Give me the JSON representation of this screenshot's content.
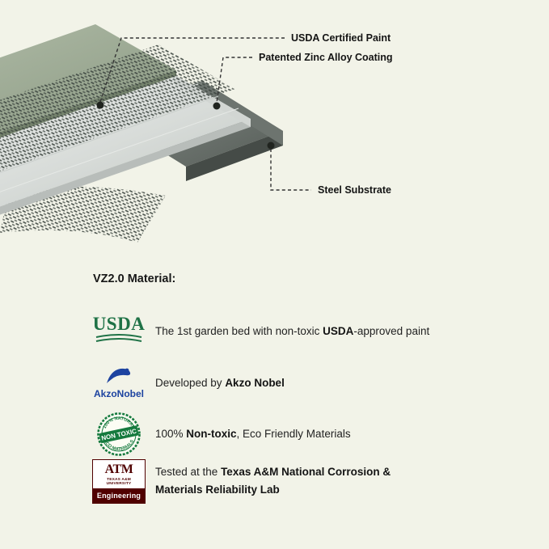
{
  "canvas": {
    "background": "#f2f3e8"
  },
  "diagram": {
    "callouts": [
      {
        "label": "USDA Certified Paint"
      },
      {
        "label": "Patented Zinc Alloy Coating"
      },
      {
        "label": "Steel Substrate"
      }
    ],
    "layer_colors": {
      "paint_green": "#98a88e",
      "zinc_mesh": "#3c453f",
      "coated_steel_silver": "#d7dbd8",
      "steel_substrate_dark": "#646b66"
    }
  },
  "materials": {
    "heading": "VZ2.0 Material:",
    "items": [
      {
        "segments": [
          {
            "t": "The 1st garden bed with non-toxic ",
            "b": false
          },
          {
            "t": "USDA",
            "b": true
          },
          {
            "t": "-approved paint",
            "b": false
          }
        ]
      },
      {
        "segments": [
          {
            "t": "Developed by ",
            "b": false
          },
          {
            "t": "Akzo Nobel",
            "b": true
          }
        ]
      },
      {
        "segments": [
          {
            "t": "100% ",
            "b": false
          },
          {
            "t": "Non-toxic",
            "b": true
          },
          {
            "t": ", Eco Friendly Materials",
            "b": false
          }
        ]
      },
      {
        "segments": [
          {
            "t": "Tested at the ",
            "b": false
          },
          {
            "t": "Texas A&M National Corrosion & Materials Reliability Lab",
            "b": true
          }
        ]
      }
    ],
    "logos": {
      "usda": {
        "word": "USDA"
      },
      "akzonobel": {
        "word": "AkzoNobel"
      },
      "non_toxic": {
        "center": "NON TOXIC",
        "arc_top": "100% NATURAL",
        "arc_bottom": "ECO MATERIALS"
      },
      "tamu": {
        "emblem": "ATM",
        "university": "TEXAS A&M UNIVERSITY",
        "department": "Engineering"
      }
    }
  }
}
